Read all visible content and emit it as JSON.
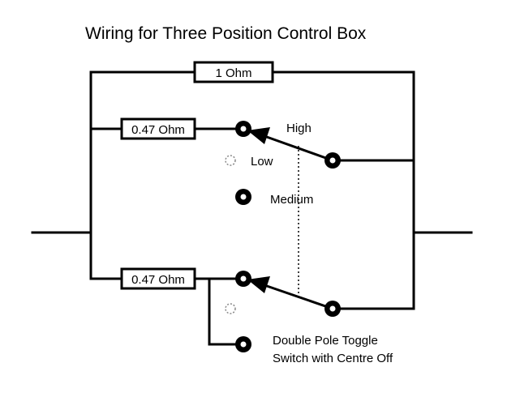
{
  "title": "Wiring for Three Position Control Box",
  "resistors": {
    "top": "1 Ohm",
    "middle": "0.47 Ohm",
    "bottom": "0.47 Ohm"
  },
  "positions": {
    "high": "High",
    "low": "Low",
    "medium": "Medium"
  },
  "switch_note": {
    "line1": "Double Pole Toggle",
    "line2": "Switch with Centre Off"
  }
}
